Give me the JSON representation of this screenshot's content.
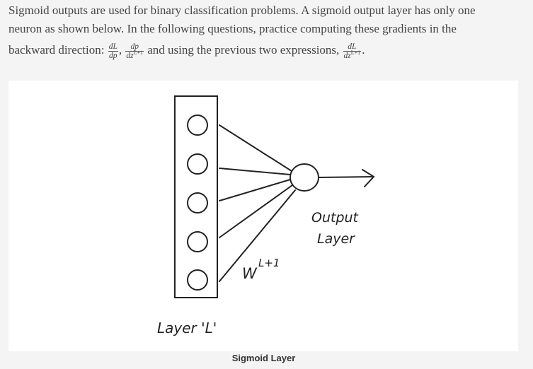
{
  "text": {
    "line1": "Sigmoid outputs are used for binary classification problems. A sigmoid output layer has only one",
    "line2": "neuron as shown below. In the following questions, practice computing these gradients in the",
    "line3_prefix": "backward direction:",
    "line3_middle": "and using the previous two expressions,",
    "comma": ",",
    "period": "."
  },
  "math": {
    "frac1": {
      "num": "dL",
      "den": "dp"
    },
    "frac2": {
      "num": "dp",
      "den": "dz",
      "den_sup": "L+1"
    },
    "frac3": {
      "num": "dL",
      "den": "dz",
      "den_sup": "L+1"
    }
  },
  "figure": {
    "layer_label": "Layer 'L'",
    "weight_label": "W",
    "weight_sup": "L+1",
    "output_label_1": "Output",
    "output_label_2": "Layer",
    "caption": "Sigmoid Layer"
  }
}
